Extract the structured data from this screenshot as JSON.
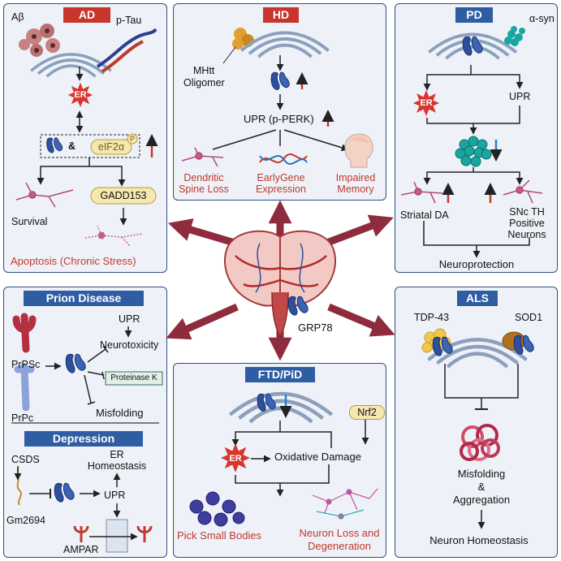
{
  "center": {
    "label": "GRP78"
  },
  "ad": {
    "tag": "AD",
    "abeta": "Aβ",
    "ptau": "p-Tau",
    "er": "ER",
    "amp": "&",
    "eif": "eIF2α",
    "p": "P",
    "gadd": "GADD153",
    "survival": "Survival",
    "apoptosis": "Apoptosis (Chronic Stress)"
  },
  "hd": {
    "tag": "HD",
    "mhtt": "MHtt",
    "oligomer": "Oligomer",
    "upr": "UPR (p-PERK)",
    "dendritic": "Dendritic",
    "spine": "Spine Loss",
    "early": "EarlyGene",
    "expression": "Expression",
    "impaired": "Impaired",
    "memory": "Memory"
  },
  "pd": {
    "tag": "PD",
    "asyn": "α-syn",
    "er": "ER",
    "upr": "UPR",
    "striatal": "Striatal DA",
    "snc1": "SNc TH",
    "snc2": "Positive",
    "snc3": "Neurons",
    "neuroprotection": "Neuroprotection"
  },
  "prion": {
    "tag": "Prion Disease",
    "upr": "UPR",
    "neurotox": "Neurotoxicity",
    "prpsc": "PrPSc",
    "prpc": "PrPc",
    "proteinase": "Proteinase K",
    "misfolding": "Misfolding"
  },
  "depression": {
    "tag": "Depression",
    "csds": "CSDS",
    "er1": "ER",
    "er2": "Homeostasis",
    "upr": "UPR",
    "gm": "Gm2694",
    "ampar": "AMPAR"
  },
  "ftd": {
    "tag": "FTD/PiD",
    "nrf2": "Nrf2",
    "er": "ER",
    "oxidative": "Oxidative Damage",
    "pick": "Pick Small Bodies",
    "loss1": "Neuron Loss and",
    "loss2": "Degeneration"
  },
  "als": {
    "tag": "ALS",
    "tdp": "TDP-43",
    "sod": "SOD1",
    "mis": "Misfolding",
    "amp": "&",
    "agg": "Aggregation",
    "homeo": "Neuron Homeostasis"
  },
  "colors": {
    "panel_border": "#2c4f86",
    "panel_fill": "#eef2f8",
    "red": "#c8352b",
    "blue_tag": "#2e5da3",
    "protein": "#2d4f9e",
    "link_arrow": "#8e2b3c"
  }
}
